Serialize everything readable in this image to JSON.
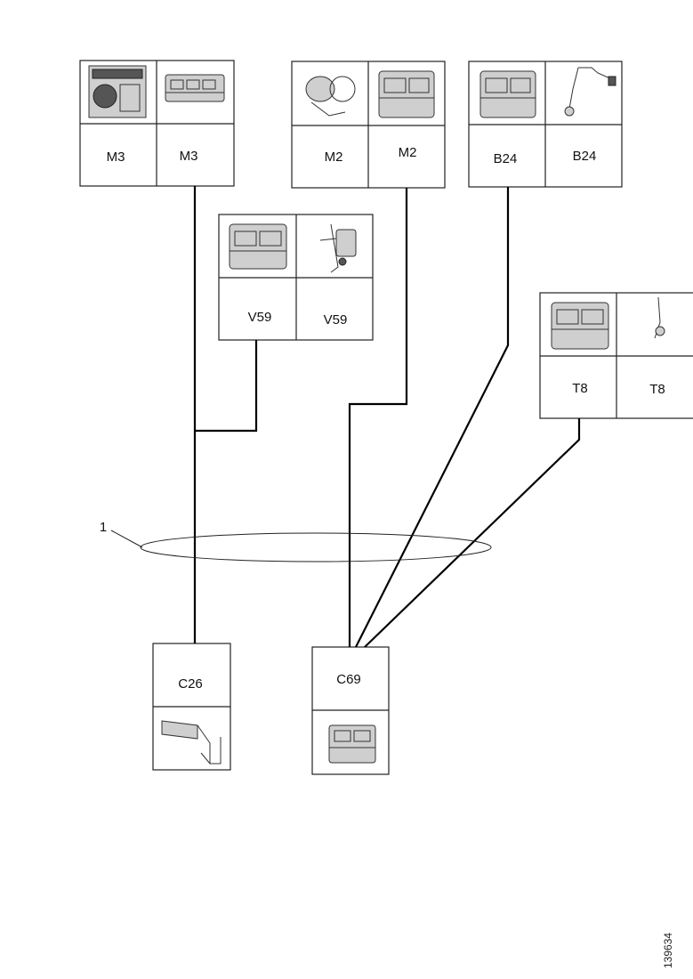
{
  "connectors": {
    "m3": {
      "label_a": "M3",
      "label_b": "M3"
    },
    "m2": {
      "label_a": "M2",
      "label_b": "M2"
    },
    "b24": {
      "label_a": "B24",
      "label_b": "B24"
    },
    "v59": {
      "label_a": "V59",
      "label_b": "V59"
    },
    "t8": {
      "label_a": "T8",
      "label_b": "T8"
    },
    "c26": {
      "label": "C26"
    },
    "c69": {
      "label": "C69"
    }
  },
  "harness": {
    "callout": "1"
  },
  "drawing_code": "139634"
}
